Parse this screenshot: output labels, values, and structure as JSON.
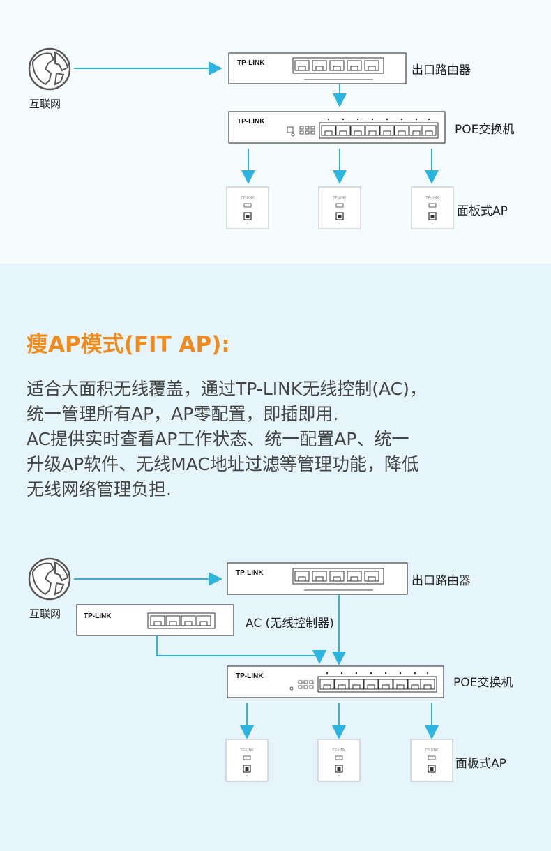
{
  "diagram_top": {
    "internet_label": "互联网",
    "router_label": "出口路由器",
    "switch_label": "POE交换机",
    "ap_label": "面板式AP",
    "brand": "TP-LINK"
  },
  "heading": "瘦AP模式(FIT AP):",
  "description_lines": [
    "适合大面积无线覆盖，通过TP-LINK无线控制(AC)，",
    "统一管理所有AP，AP零配置，即插即用.",
    "AC提供实时查看AP工作状态、统一配置AP、统一",
    "升级AP软件、无线MAC地址过滤等管理功能，降低",
    "无线网络管理负担."
  ],
  "diagram_bottom": {
    "internet_label": "互联网",
    "router_label": "出口路由器",
    "ac_label": "AC (无线控制器)",
    "switch_label": "POE交换机",
    "ap_label": "面板式AP",
    "brand": "TP-LINK"
  },
  "colors": {
    "heading": "#f08c1e",
    "arrow": "#2bb5e0",
    "background": "#e5f5fb"
  }
}
